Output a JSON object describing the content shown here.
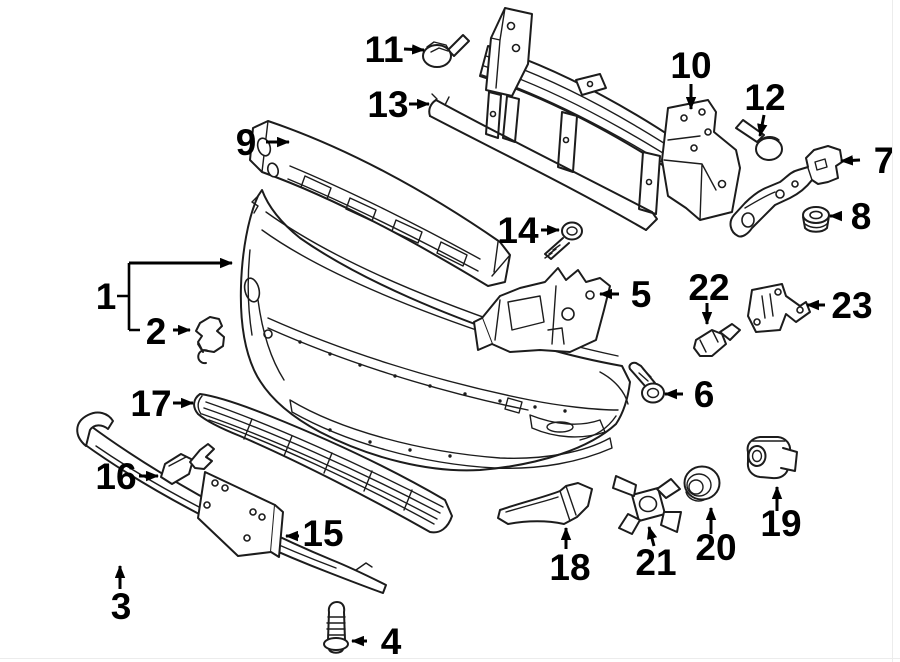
{
  "diagram": {
    "background_color": "#ffffff",
    "line_color": "#1c1c1c",
    "label_color": "#000000"
  },
  "callouts": [
    {
      "label": "1"
    },
    {
      "label": "2"
    },
    {
      "label": "3"
    },
    {
      "label": "4"
    },
    {
      "label": "5"
    },
    {
      "label": "6"
    },
    {
      "label": "7"
    },
    {
      "label": "8"
    },
    {
      "label": "9"
    },
    {
      "label": "10"
    },
    {
      "label": "11"
    },
    {
      "label": "12"
    },
    {
      "label": "13"
    },
    {
      "label": "14"
    },
    {
      "label": "15"
    },
    {
      "label": "16"
    },
    {
      "label": "17"
    },
    {
      "label": "18"
    },
    {
      "label": "19"
    },
    {
      "label": "20"
    },
    {
      "label": "21"
    },
    {
      "label": "22"
    },
    {
      "label": "23"
    }
  ]
}
